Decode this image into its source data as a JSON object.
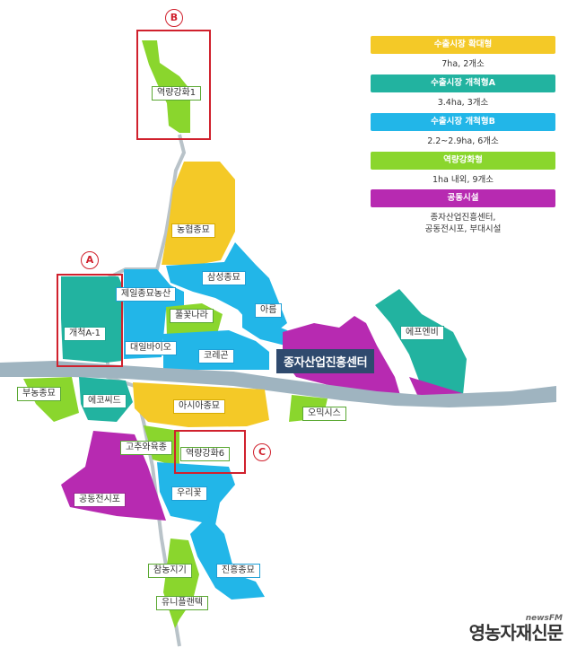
{
  "colors": {
    "yellow": "#f4c927",
    "teal": "#22b3a0",
    "blue": "#22b6e8",
    "green": "#8ad62d",
    "magenta": "#b72ab1",
    "river": "#9fb4c0",
    "marker_red": "#d0212d",
    "center_label": "#2f4a6e"
  },
  "markers": {
    "a": "A",
    "b": "B",
    "c": "C"
  },
  "center_label": "종자산업진흥센터",
  "parcels": {
    "yeokryang1": "역량강화1",
    "nonghyup": "농협종묘",
    "samsung": "삼성종묘",
    "jeil": "제일종묘농산",
    "pulkkot": "풀꽃나라",
    "areum": "아름",
    "gaechuk_a1": "개척A-1",
    "daeil": "대일바이오",
    "koregon": "코레곤",
    "epeuenbi": "에프엔비",
    "bunong": "부농종묘",
    "ekosid": "에코씨드",
    "asia": "아시아종묘",
    "omiksis": "오믹시스",
    "gochu": "고추와육종",
    "yeokryang6": "역량강화6",
    "gongdong": "공동전시포",
    "uri": "우리꽃",
    "chamnong": "참농지기",
    "jinheung": "진흥종묘",
    "yuni": "유니플랜텍"
  },
  "legend": [
    {
      "label": "수출시장 확대형",
      "desc": "7ha, 2개소",
      "color": "#f4c927"
    },
    {
      "label": "수출시장 개척형A",
      "desc": "3.4ha, 3개소",
      "color": "#22b3a0"
    },
    {
      "label": "수출시장 개척형B",
      "desc": "2.2~2.9ha, 6개소",
      "color": "#22b6e8"
    },
    {
      "label": "역량강화형",
      "desc": "1ha 내외, 9개소",
      "color": "#8ad62d"
    },
    {
      "label": "공동시설",
      "desc": "종자산업진흥센터,\n공동전시포, 부대시설",
      "color": "#b72ab1"
    }
  ],
  "brand": {
    "top": "newsFM",
    "main": "영농자재신문"
  }
}
